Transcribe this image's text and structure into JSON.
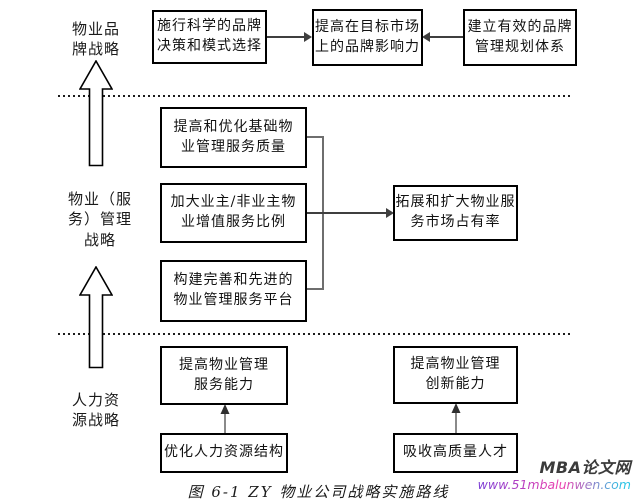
{
  "section_labels": {
    "brand": "物业品\n牌战略",
    "management": "物业（服\n务）管理\n战略",
    "hr": "人力资\n源战略"
  },
  "boxes": {
    "brand_decision": "施行科学的品牌\n决策和模式选择",
    "brand_influence": "提高在目标市场\n上的品牌影响力",
    "brand_planning": "建立有效的品牌\n管理规划体系",
    "service_quality": "提高和优化基础物\n业管理服务质量",
    "value_added_ratio": "加大业主/非业主物\n业增值服务比例",
    "service_platform": "构建完善和先进的\n物业管理服务平台",
    "market_share": "拓展和扩大物业服\n务市场占有率",
    "service_capability": "提高物业管理\n服务能力",
    "hr_structure": "优化人力资源结构",
    "innovation_capability": "提高物业管理\n创新能力",
    "talent_attraction": "吸收高质量人才"
  },
  "caption": "图 6-1 ZY 物业公司战略实施路线",
  "watermark": {
    "site_name": "MBA论文网",
    "site_url": "www.51mbalunwen.com"
  },
  "colors": {
    "line": "#3f3f3f",
    "connector": "#6e6e6e",
    "box_border": "#000000",
    "url_gradient_start": "#7b3fd6",
    "url_gradient_mid": "#ee3fae",
    "url_gradient_end": "#29c5e6"
  }
}
